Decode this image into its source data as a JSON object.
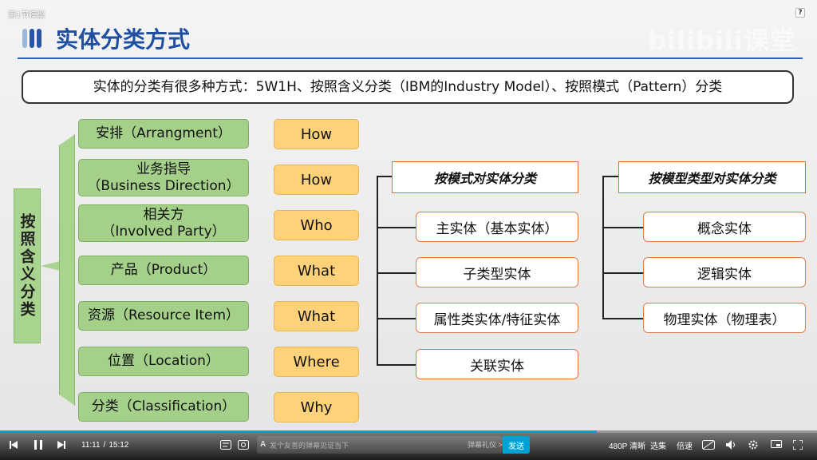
{
  "window": {
    "title": "第1节模型",
    "help_glyph": "?"
  },
  "slide": {
    "title": "实体分类方式",
    "watermark": "bilibili课堂",
    "intro": "实体的分类有很多种方式：5W1H、按照含义分类（IBM的Industry Model）、按照模式（Pattern）分类",
    "vertical_label": "按照含义分类",
    "categories": [
      {
        "line1": "安排（Arrangment）",
        "line2": "",
        "w": "How"
      },
      {
        "line1": "业务指导",
        "line2": "（Business Direction）",
        "w": "How"
      },
      {
        "line1": "相关方",
        "line2": "（Involved Party）",
        "w": "Who"
      },
      {
        "line1": "产品（Product）",
        "line2": "",
        "w": "What"
      },
      {
        "line1": "资源（Resource Item）",
        "line2": "",
        "w": "What"
      },
      {
        "line1": "位置（Location）",
        "line2": "",
        "w": "Where"
      },
      {
        "line1": "分类（Classification）",
        "line2": "",
        "w": "Why"
      }
    ],
    "pattern_tree": {
      "heading": "按模式对实体分类",
      "nodes": [
        "主实体（基本实体）",
        "子类型实体",
        "属性类实体/特征实体",
        "关联实体"
      ]
    },
    "model_tree": {
      "heading": "按模型类型对实体分类",
      "nodes": [
        "概念实体",
        "逻辑实体",
        "物理实体（物理表）"
      ]
    }
  },
  "player": {
    "time_current": "11:11",
    "time_separator": "/",
    "time_total": "15:12",
    "progress": 0.73,
    "danmaku_placeholder": "发个友善的弹幕见证当下",
    "danmaku_etiquette": "弹幕礼仪 >",
    "send_label": "发送",
    "quality": "480P 清晰",
    "episodes": "选集",
    "speed": "倍速",
    "accent_color": "#00a1d6"
  }
}
